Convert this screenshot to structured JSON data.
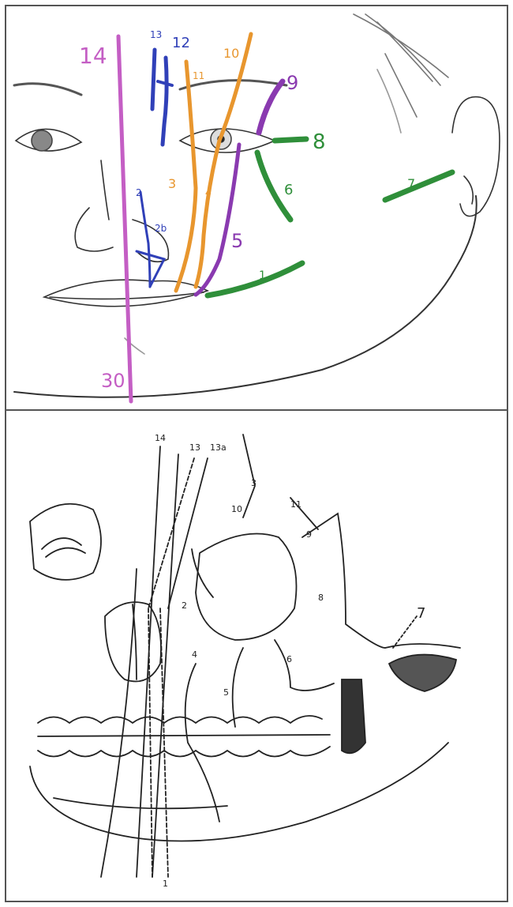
{
  "top_panel": {
    "lines": [
      {
        "label": "14",
        "color": "#c45ec4"
      },
      {
        "label": "30",
        "color": "#c45ec4"
      },
      {
        "label": "13",
        "color": "#3040b8"
      },
      {
        "label": "12",
        "color": "#3040b8"
      },
      {
        "label": "11",
        "color": "#e8962e"
      },
      {
        "label": "10",
        "color": "#e8962e"
      },
      {
        "label": "9",
        "color": "#8a3ab0"
      },
      {
        "label": "8",
        "color": "#2f8f3a"
      },
      {
        "label": "6",
        "color": "#2f8f3a"
      },
      {
        "label": "7",
        "color": "#2f8f3a"
      },
      {
        "label": "5",
        "color": "#8a3ab0"
      },
      {
        "label": "3",
        "color": "#e8962e"
      },
      {
        "label": "4",
        "color": "#e8962e"
      },
      {
        "label": "2",
        "color": "#3040b8"
      },
      {
        "label": "2b",
        "color": "#3040b8"
      },
      {
        "label": "1",
        "color": "#2f8f3a"
      }
    ]
  },
  "bottom_panel": {
    "labels": [
      "14",
      "13",
      "13a",
      "3",
      "10",
      "11",
      "9",
      "8",
      "7",
      "6",
      "5",
      "4",
      "2",
      "1"
    ]
  }
}
